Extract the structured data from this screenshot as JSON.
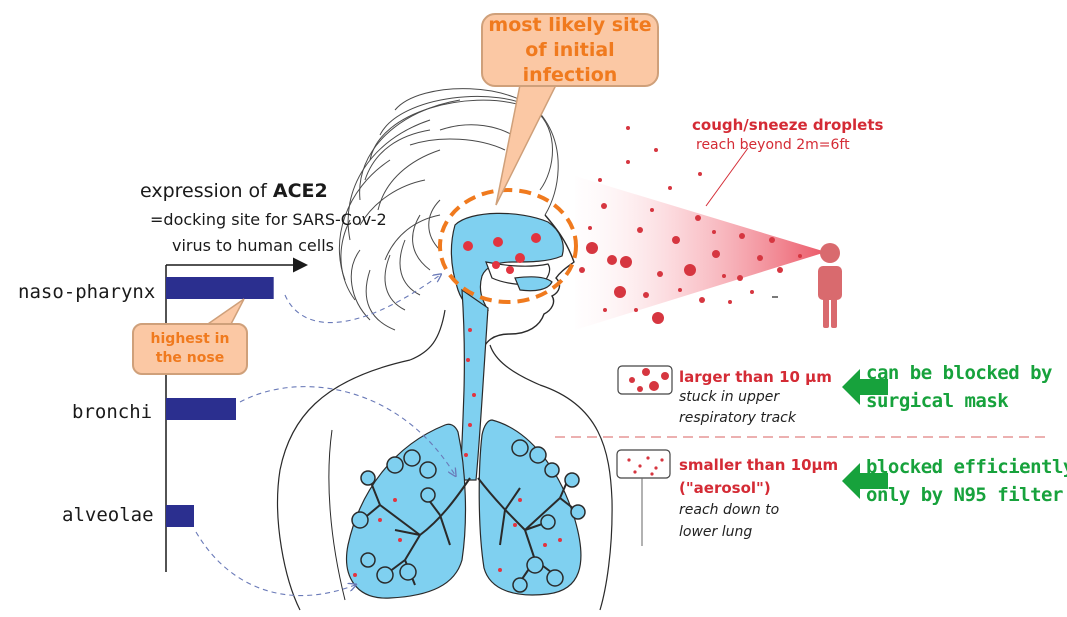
{
  "callouts": {
    "infection_line1": "most likely site",
    "infection_line2": "of initial infection",
    "nose_line1": "highest in",
    "nose_line2": "the nose"
  },
  "ace2": {
    "prefix": "expression of ",
    "name": "ACE2",
    "line2": "=docking site for SARS-Cov-2",
    "line3": "virus to human cells"
  },
  "chart_data": {
    "type": "bar",
    "categories": [
      "naso-pharynx",
      "bronchi",
      "alveolae"
    ],
    "values": [
      100,
      65,
      26
    ],
    "xlim": [
      0,
      130
    ]
  },
  "droplets": {
    "title": "cough/sneeze droplets",
    "subtitle": "reach beyond 2m=6ft"
  },
  "large": {
    "size_label": "larger than 10 μm",
    "desc_line1": "stuck in upper",
    "desc_line2": "respiratory track",
    "block_line1": "can be blocked by",
    "block_line2": "surgical mask"
  },
  "small": {
    "size_label": "smaller than 10μm",
    "aerosol": "(\"aerosol\")",
    "desc_line1": "reach down to",
    "desc_line2": "lower lung",
    "block_line1": "blocked efficiently",
    "block_line2": "only by N95 filter"
  },
  "colors": {
    "bar": "#2b2f8f",
    "orange": "#f07a1e",
    "red": "#d42b35",
    "green": "#17a23c",
    "airway": "#7fd0f0"
  }
}
